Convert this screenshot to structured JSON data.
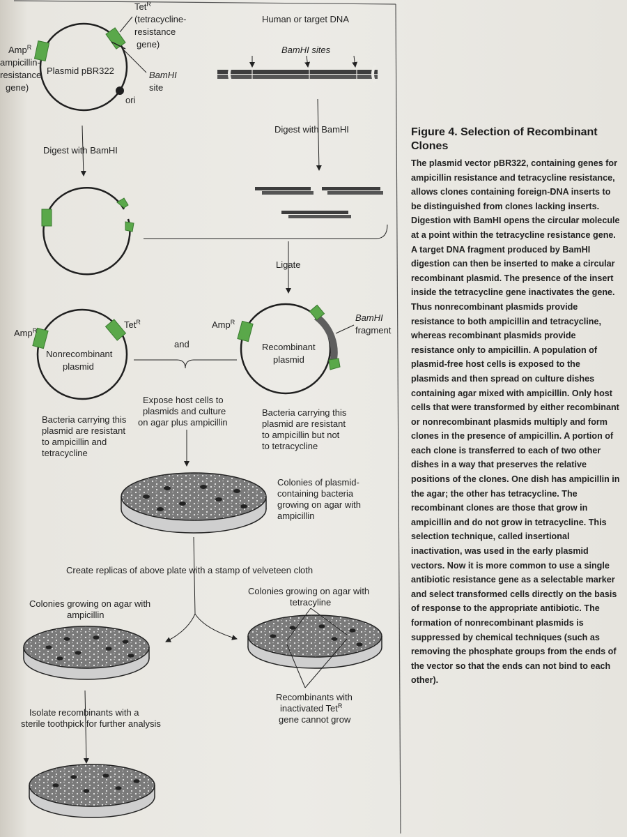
{
  "diagram": {
    "tet_label": "Tet",
    "tet_sup": "R",
    "tet_gene_line1": "(tetracycline-",
    "tet_gene_line2": "resistance",
    "tet_gene_line3": "gene)",
    "amp_label": "Amp",
    "amp_sup": "R",
    "amp_gene_line1": "ampicillin-",
    "amp_gene_line2": "resistance",
    "amp_gene_line3": "gene)",
    "plasmid_label": "Plasmid pBR322",
    "bamhi_site_line1": "BamHI",
    "bamhi_site_line2": "site",
    "ori_label": "ori",
    "human_dna": "Human or target DNA",
    "bamhi_sites": "BamHI sites",
    "digest_left": "Digest with BamHI",
    "digest_right": "Digest with BamHI",
    "ligate": "Ligate",
    "tet_nonrec": "Tet",
    "amp_nonrec": "Amp",
    "nonrec_line1": "Nonrecombinant",
    "nonrec_line2": "plasmid",
    "and_label": "and",
    "amp_rec": "Amp",
    "rec_line1": "Recombinant",
    "rec_line2": "plasmid",
    "bamhi_frag_line1": "BamHI",
    "bamhi_frag_line2": "fragment",
    "expose_line1": "Expose host cells to",
    "expose_line2": "plasmids and culture",
    "expose_line3": "on agar plus ampicillin",
    "bact_left_line1": "Bacteria carrying this",
    "bact_left_line2": "plasmid are resistant",
    "bact_left_line3": "to ampicillin and",
    "bact_left_line4": "tetracycline",
    "bact_right_line1": "Bacteria carrying this",
    "bact_right_line2": "plasmid are resistant",
    "bact_right_line3": "to ampicillin but not",
    "bact_right_line4": "to tetracycline",
    "colonies_line1": "Colonies of plasmid-",
    "colonies_line2": "containing bacteria",
    "colonies_line3": "growing on agar with",
    "colonies_line4": "ampicillin",
    "replicas": "Create replicas of above plate with a stamp of velveteen cloth",
    "amp_plate_line1": "Colonies growing on agar with",
    "amp_plate_line2": "ampicillin",
    "tet_plate_line1": "Colonies growing on agar with",
    "tet_plate_line2": "tetracyline",
    "isolate_line1": "Isolate recombinants with a",
    "isolate_line2": "sterile toothpick for further analysis",
    "recomb_line1": "Recombinants with",
    "recomb_line2": "inactivated Tet",
    "recomb_sup": "R",
    "recomb_line3": "gene cannot grow"
  },
  "caption": {
    "title": "Figure 4. Selection of Recombinant Clones",
    "body": "The plasmid vector pBR322, containing genes for ampicillin resistance and tetracycline resistance, allows clones containing foreign-DNA inserts to be distinguished from clones lacking inserts. Digestion with BamHI opens the circular molecule at a point within the tetracycline resistance gene. A target DNA fragment produced by BamHI digestion can then be inserted to make a circular recombinant plasmid. The presence of the insert inside the tetracycline gene inactivates the gene. Thus nonrecombinant plasmids provide resistance to both ampicillin and tetracycline, whereas recombinant plasmids provide resistance only to ampicillin. A population of plasmid-free host cells is exposed to the plasmids and then spread on culture dishes containing agar mixed with ampicillin. Only host cells that were transformed by either recombinant or nonrecombinant plasmids multiply and form clones in the presence of ampicillin. A portion of each clone is transferred to each of two other dishes in a way that preserves the relative positions of the clones. One dish has ampicillin in the agar; the other has tetracycline. The recombinant clones are those that grow in ampicillin and do not grow in tetracycline. This selection technique, called insertional inactivation, was used in the early plasmid vectors. Now it is more common to use a single antibiotic resistance gene as a selectable marker and select transformed cells directly on the basis of response to the appropriate antibiotic. The formation of nonrecombinant plasmids is suppressed by chemical techniques (such as removing the phosphate groups from the ends of the vector so that the ends can not bind to each other)."
  },
  "colors": {
    "gene_green": "#5aa84a",
    "dna_dark": "#3d3d3d",
    "agar_gray": "#7f7f7f"
  }
}
